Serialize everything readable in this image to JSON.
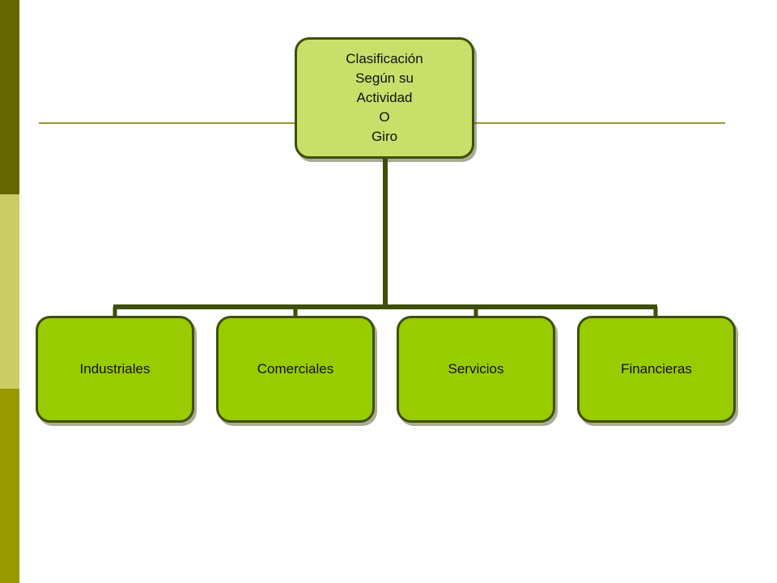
{
  "diagram": {
    "type": "org-chart",
    "root": {
      "lines": [
        "Clasificación",
        "Según su",
        "Actividad",
        "O",
        "Giro"
      ]
    },
    "children": [
      {
        "label": "Industriales"
      },
      {
        "label": "Comerciales"
      },
      {
        "label": "Servicios"
      },
      {
        "label": "Financieras"
      }
    ],
    "colors": {
      "root_fill": "#c8e06a",
      "child_fill": "#99cc00",
      "border": "#3f4f0a",
      "connector": "#3f4f0a",
      "divider": "#999933",
      "side_bar": [
        "#666600",
        "#cccc66",
        "#999900"
      ]
    }
  }
}
